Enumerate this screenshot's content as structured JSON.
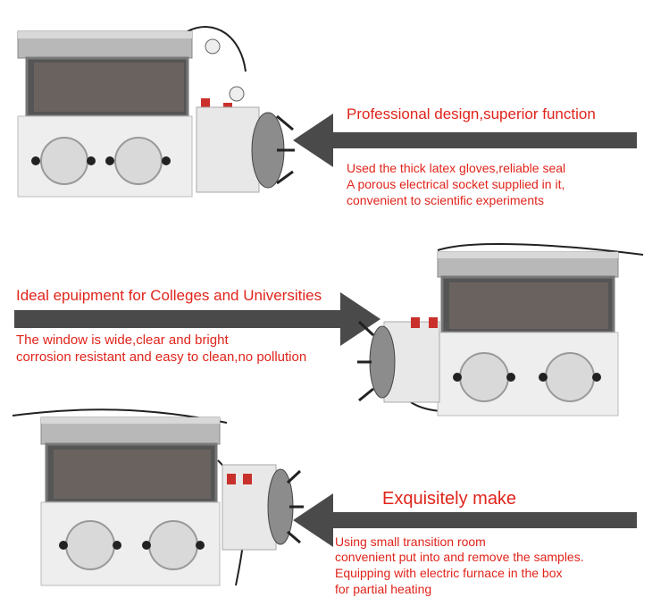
{
  "sections": [
    {
      "heading": "Professional design,superior function",
      "lines": [
        "Used the thick latex gloves,reliable seal",
        "A porous electrical socket supplied in it,",
        "convenient to scientific experiments"
      ]
    },
    {
      "heading": "Ideal epuipment for Colleges and Universities",
      "lines": [
        "The window is wide,clear and bright",
        "corrosion resistant and easy to clean,no pollution"
      ]
    },
    {
      "heading": "Exquisitely make",
      "lines": [
        "Using small transition room",
        "convenient put into and remove the samples.",
        "Equipping with electric furnace in the box",
        "for partial heating"
      ]
    }
  ],
  "colors": {
    "text": "#e0241b",
    "arrow": "#4a4a4a",
    "steel": "#c9c9c9",
    "body": "#efefef"
  },
  "icons": [
    "arrow-left-icon",
    "arrow-right-icon",
    "arrow-left-icon",
    "glovebox-image",
    "glovebox-image",
    "glovebox-image"
  ]
}
